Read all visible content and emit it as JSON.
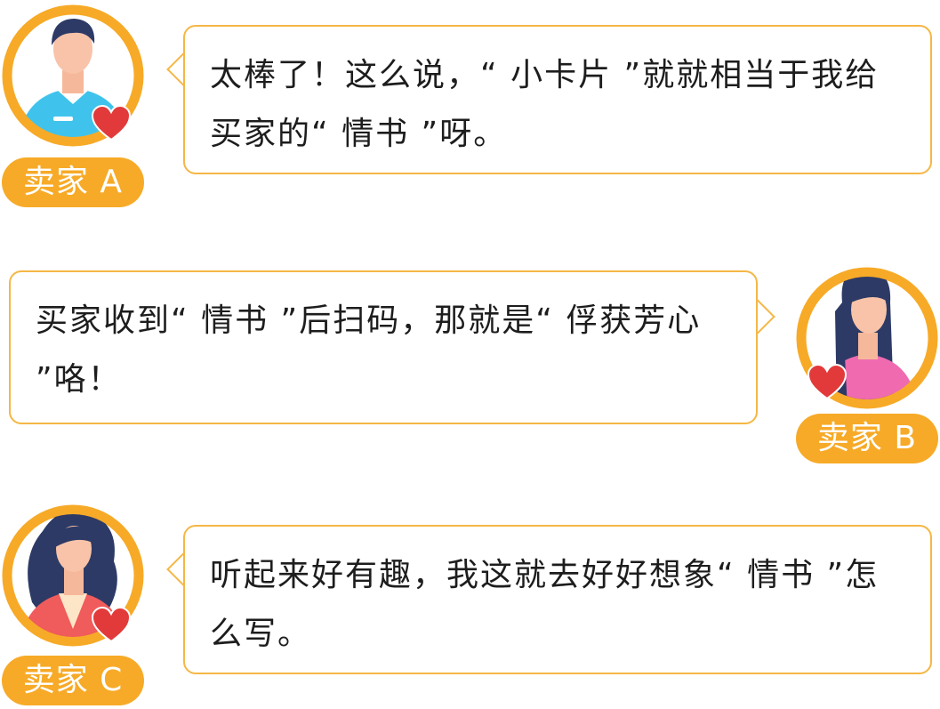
{
  "messages": [
    {
      "speaker": "卖家 A",
      "text": "太棒了！这么说，“ 小卡片 ”就就相当于我给买家的“ 情书 ”呀。"
    },
    {
      "speaker": "卖家 B",
      "text": "买家收到“ 情书 ”后扫码，那就是“ 俘获芳心 ”咯！"
    },
    {
      "speaker": "卖家 C",
      "text": "听起来好有趣，我这就去好好想象“ 情书 ”怎么写。"
    }
  ],
  "colors": {
    "accent": "#f7aa27",
    "bubble_border": "#f5b746",
    "heart": "#e23a3a"
  }
}
